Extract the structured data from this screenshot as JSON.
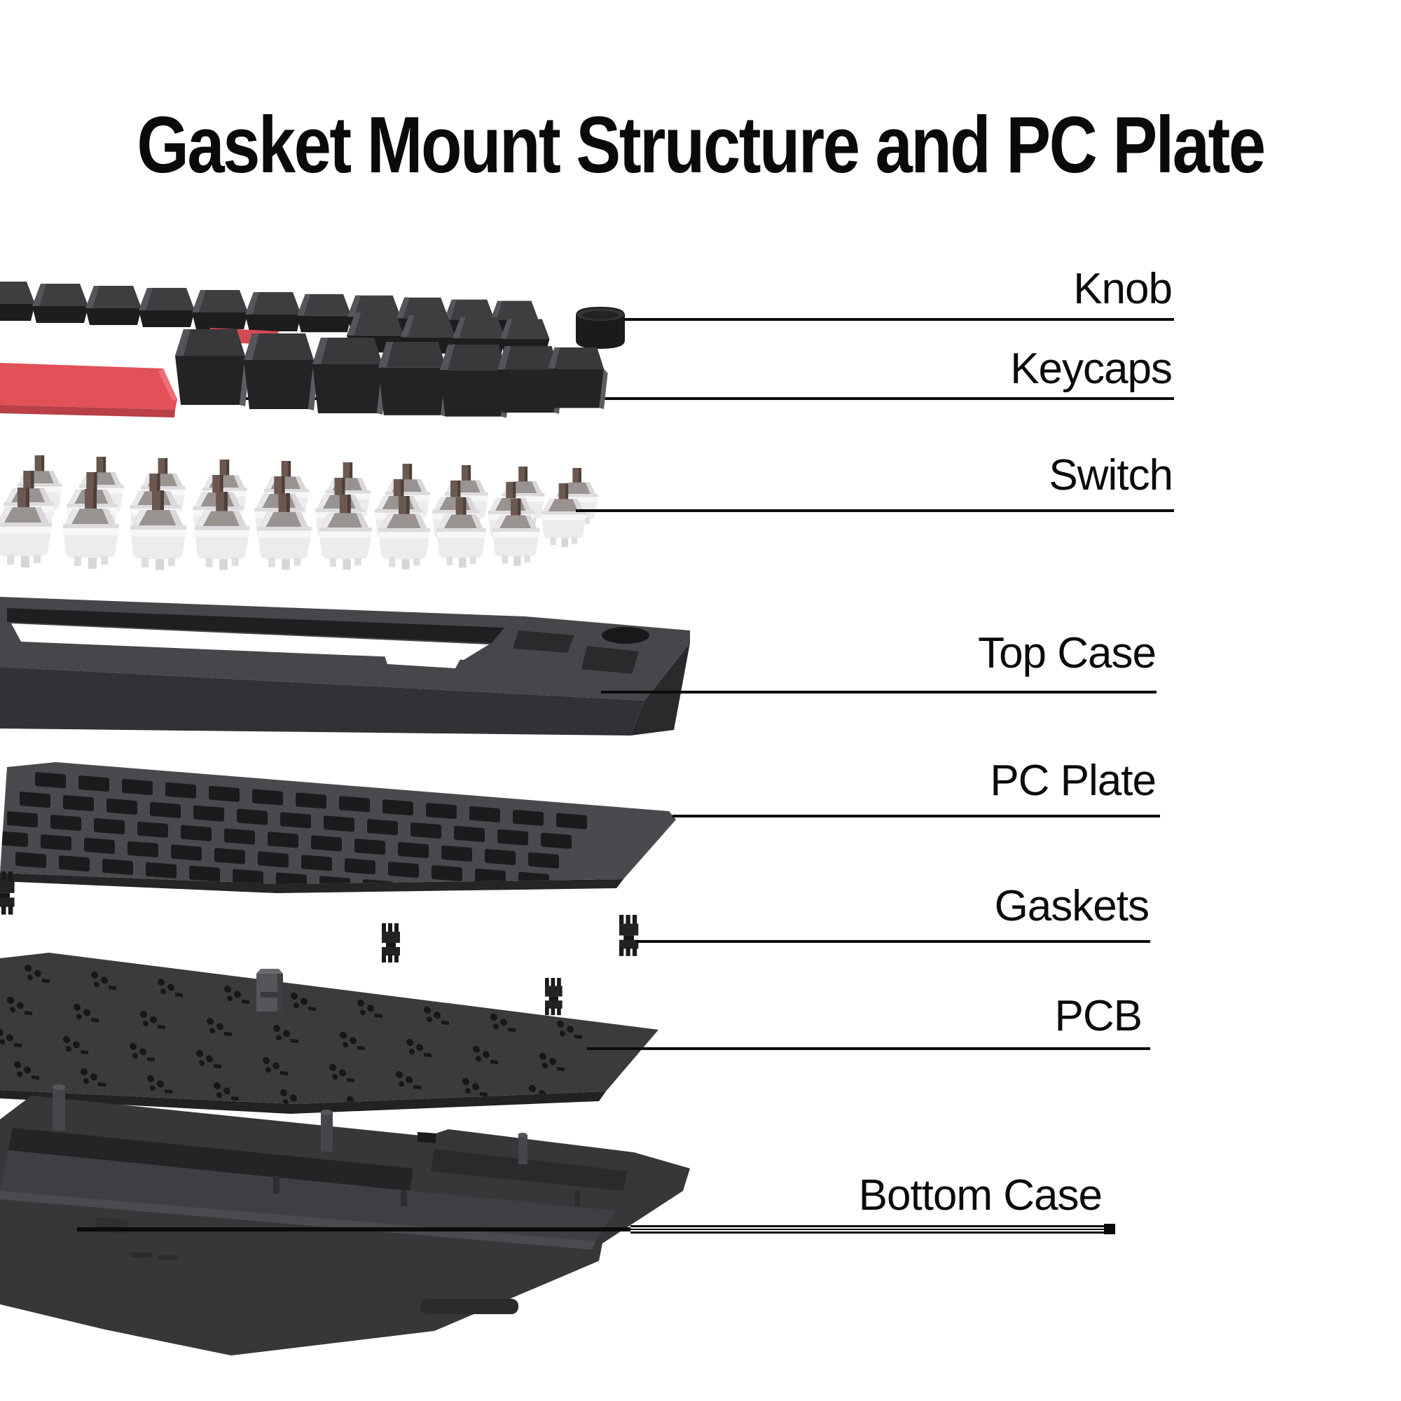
{
  "title": "Gasket Mount Structure and PC Plate",
  "diagram": {
    "layers": [
      {
        "label": "Knob"
      },
      {
        "label": "Keycaps"
      },
      {
        "label": "Switch"
      },
      {
        "label": "Top Case"
      },
      {
        "label": "PC Plate"
      },
      {
        "label": "Gaskets"
      },
      {
        "label": "PCB"
      },
      {
        "label": "Bottom Case"
      }
    ]
  },
  "colors": {
    "background": "#ffffff",
    "text": "#0b0b0b",
    "leader_line": "#0b0b0b",
    "case_dark": "#343437",
    "case_top_face": "#47474b",
    "plate_gray": "#4a4a4e",
    "pcb_gray": "#3b3b3e",
    "accent_red": "#e25158",
    "accent_red_shadow": "#b84046",
    "switch_stem_brown": "#6b5850",
    "switch_housing_clear": "#d0d0d4",
    "switch_bottom_white": "#ececee",
    "knob_black": "#1b1b1d"
  }
}
